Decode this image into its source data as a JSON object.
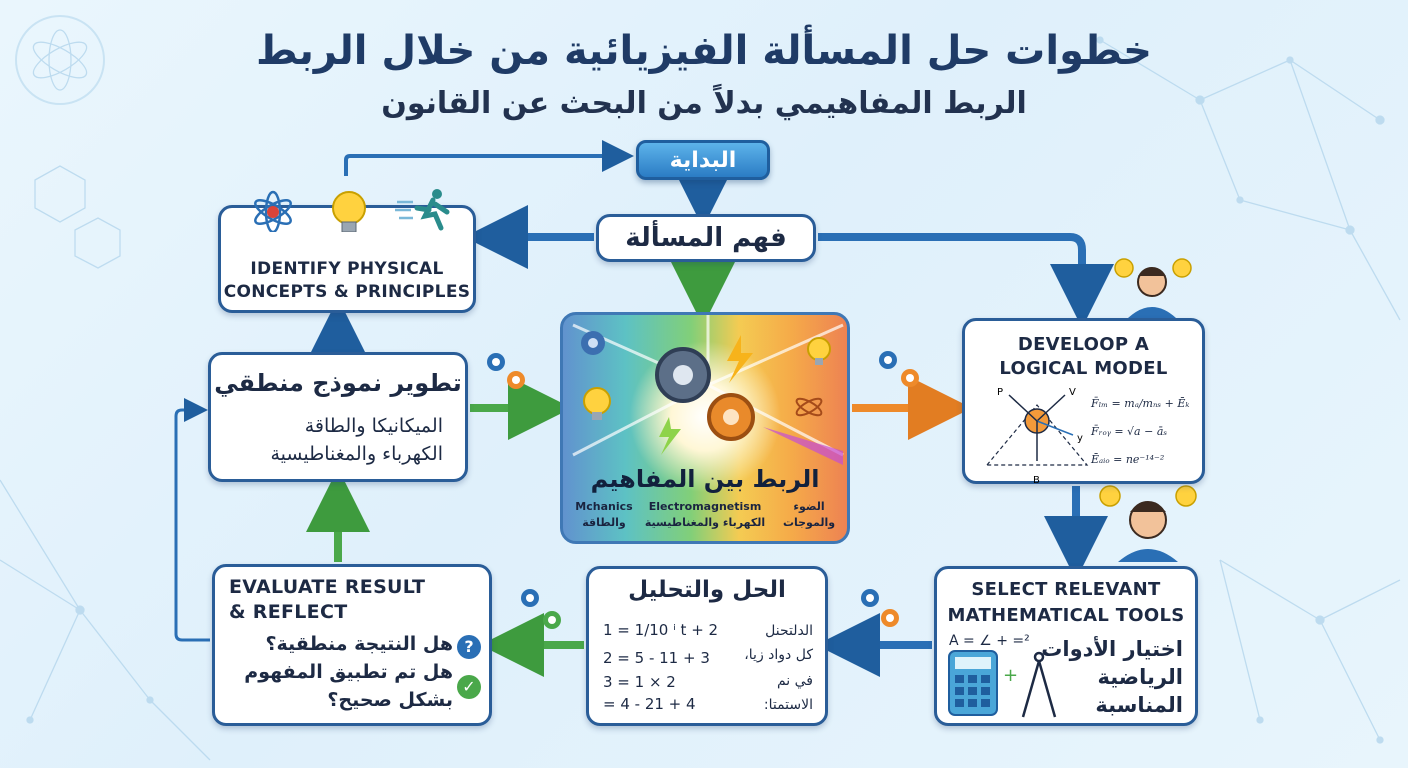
{
  "title": "خطوات حل المسألة الفيزيائية من خلال الربط",
  "subtitle": "الربط المفاهيمي بدلاً من البحث عن القانون",
  "start": "البداية",
  "understand": "فهم المسألة",
  "identify": {
    "line1": "IDENTIFY PHYSICAL",
    "line2": "CONCEPTS & PRINCIPLES"
  },
  "develop_ar": {
    "heading": "تطوير نموذج منطقي",
    "line1": "الميكانيكا والطاقة",
    "line2": "الكهرباء والمغناطيسية"
  },
  "center": {
    "label": "الربط بين المفاهيم",
    "col1": {
      "en": "Mchanics",
      "ar": "والطاقة"
    },
    "col2": {
      "en": "Electromagnetism",
      "ar": "الكهرباء والمغناطيسية"
    },
    "col3": {
      "ar1": "الضوء",
      "ar2": "والموجات"
    }
  },
  "logical": {
    "line1": "DEVELOOP A",
    "line2": "LOGICAL MODEL",
    "axis_p": "P",
    "axis_v": "V",
    "axis_y": "y",
    "axis_b": "B",
    "eq1": "F̄ₗₘ = mₐ/mₙₛ + Ēₖ",
    "eq2": "F̄ᵣₒᵧ = √a − āₛ",
    "eq3": "Ēₐᵢₒ = ne⁻¹⁴⁻²"
  },
  "tools": {
    "line1": "SELECT RELEVANT",
    "line2": "MATHEMATICAL TOOLS",
    "ar1": "اختيار الأدوات",
    "ar2": "الرياضية",
    "ar3": "المناسبة",
    "symbols": "A = ∠ + =²"
  },
  "solve": {
    "heading": "الحل والتحليل",
    "eq1": "1 = 1/10 ⁱ t + 2",
    "eq2": "2 = 5 - 11 + 3",
    "eq3": "3 = 1 × 2",
    "eq4": "= 4 - 21 + 4",
    "r1": "الدلتحنل",
    "r2": "كل دواد زيا،",
    "r3": "في نم",
    "r4": "الاستمتا:"
  },
  "evaluate": {
    "line1": "EVALUATE RESULT",
    "line2": "& REFLECT",
    "q1": "هل النتيجة منطقية؟",
    "q2": "هل تم تطبيق المفهوم",
    "q3": "بشكل صحيح؟",
    "q_mark": "?",
    "check_mark": "✓"
  },
  "colors": {
    "blue": "#2a6fb5",
    "green": "#4aa84a",
    "orange": "#ee8a2a",
    "navy": "#1f3b66"
  },
  "icons": [
    "atom-icon",
    "lightbulb-icon",
    "running-figure-icon",
    "gear-icon",
    "calculator-icon",
    "compass-icon",
    "question-icon",
    "check-icon",
    "student-icon"
  ]
}
